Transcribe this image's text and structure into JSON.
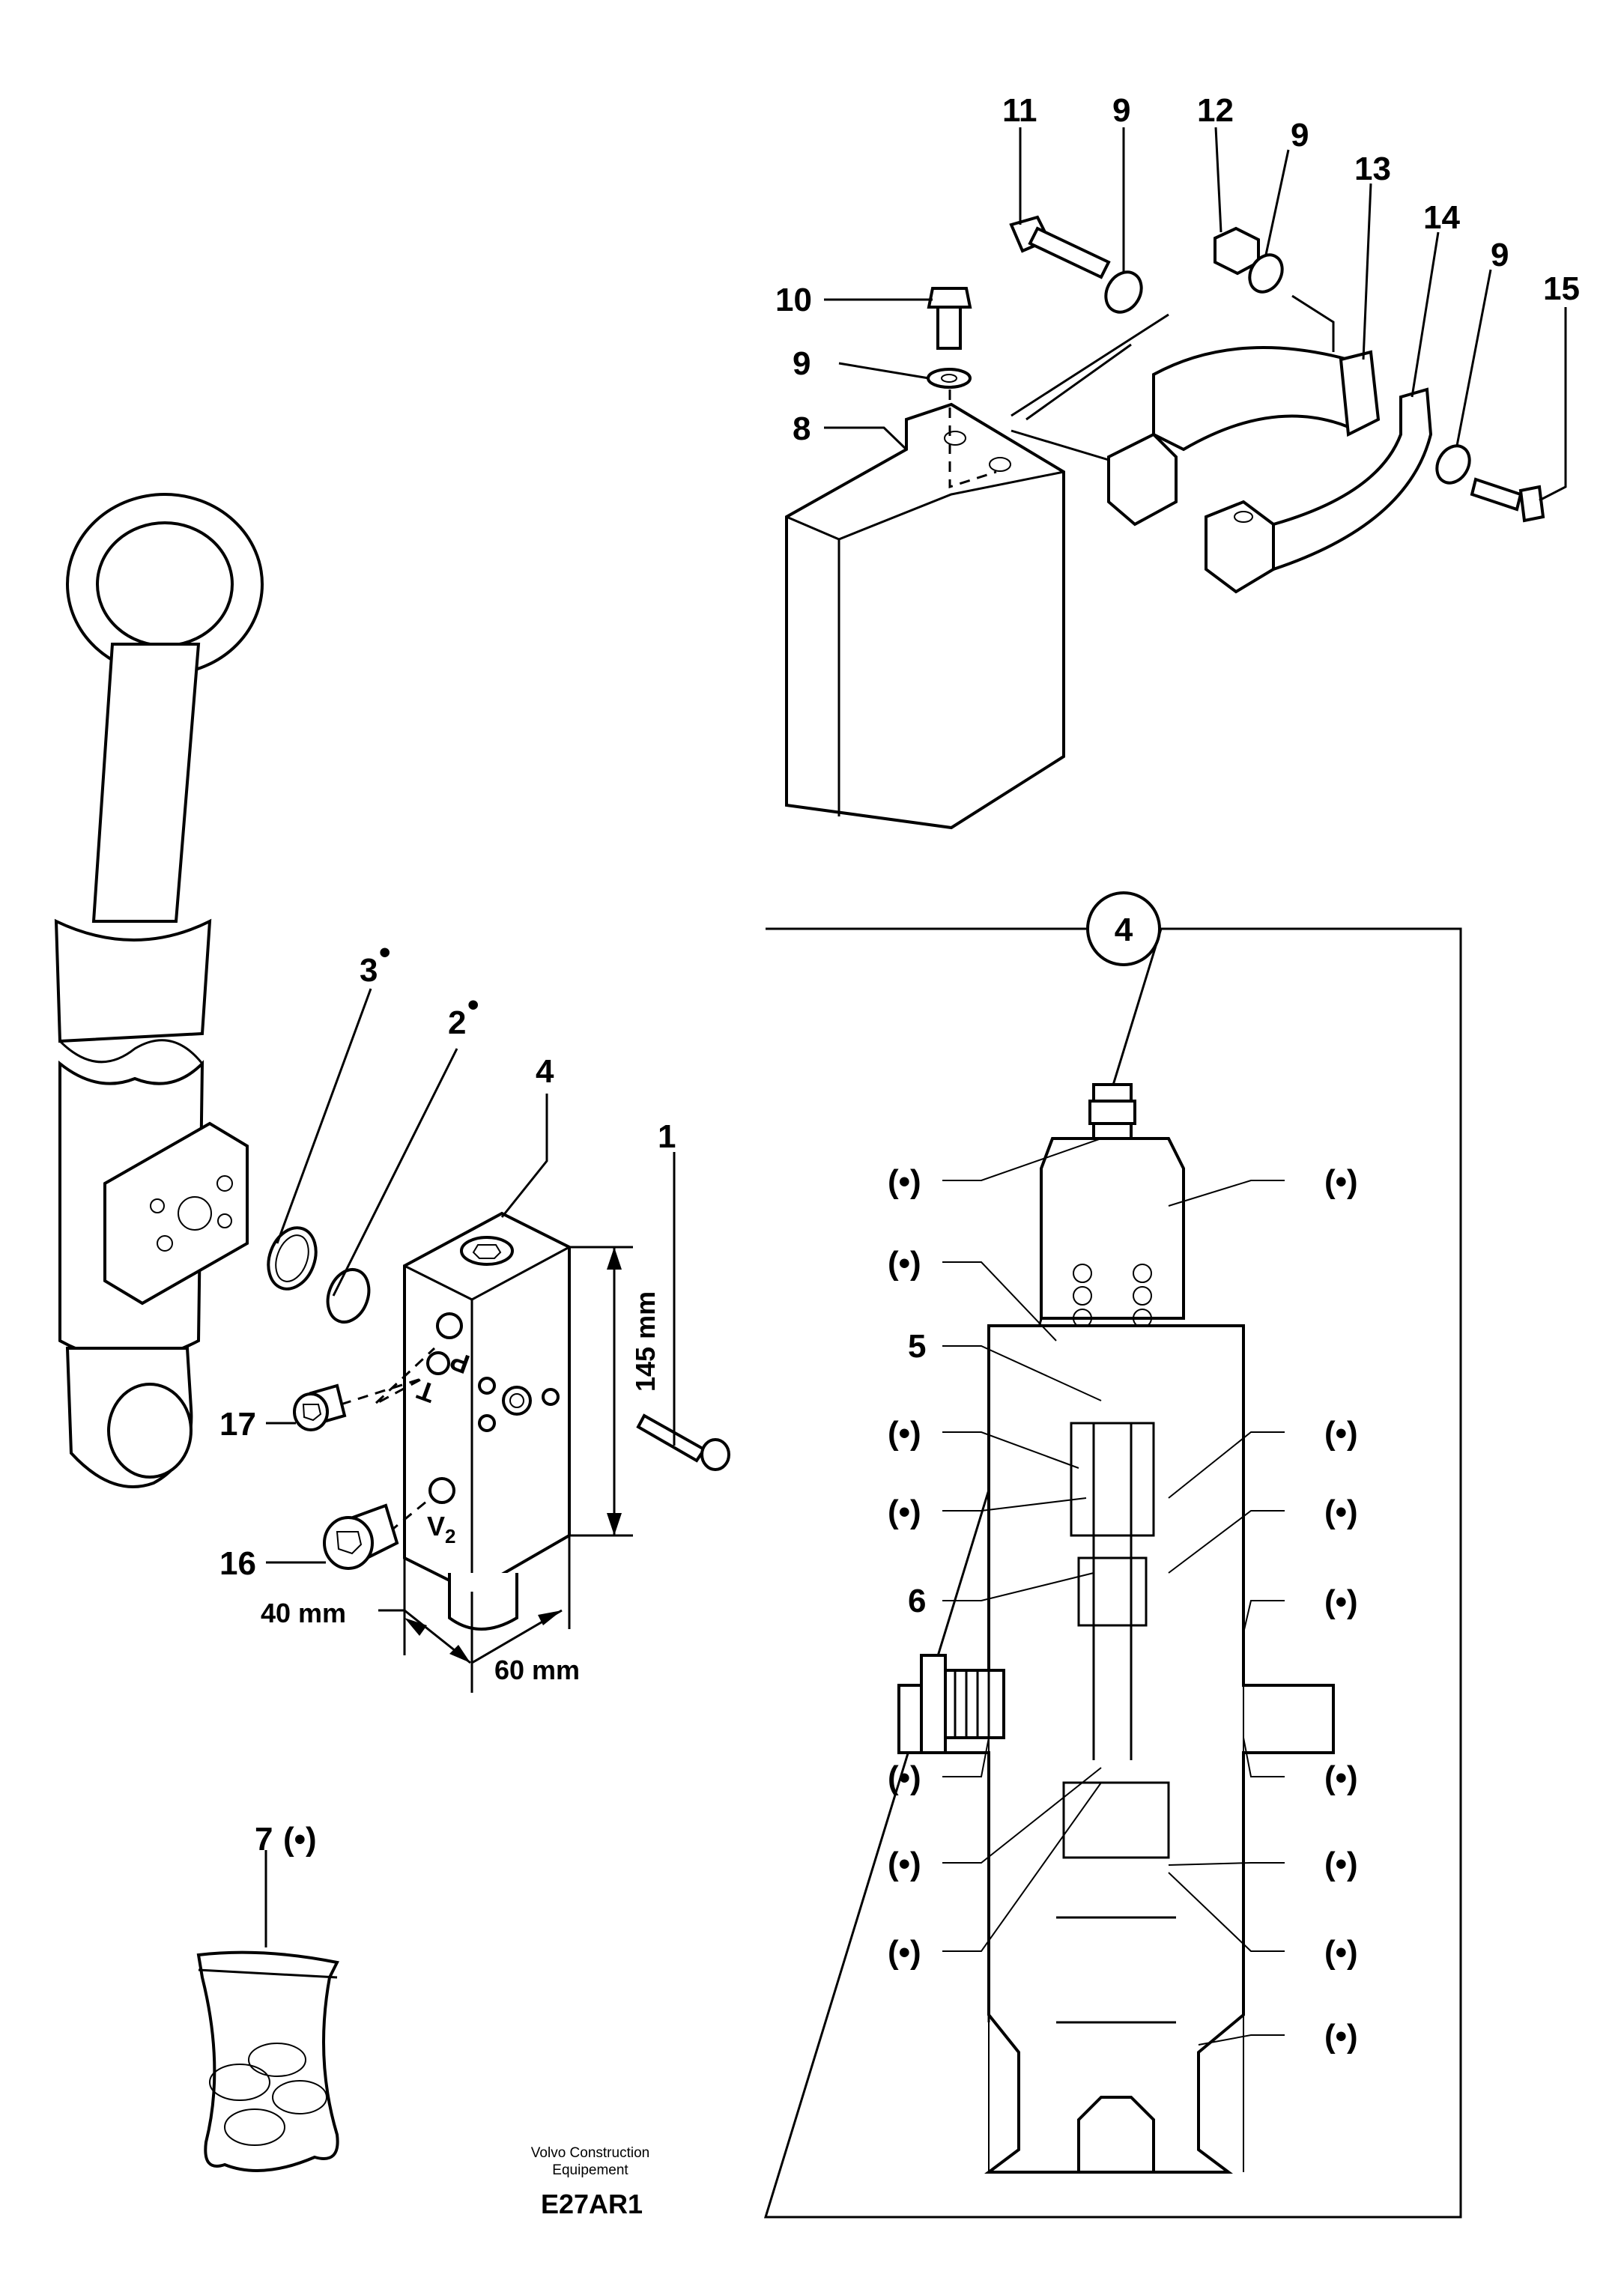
{
  "callouts": {
    "c1": "1",
    "c2": "2",
    "c3": "3",
    "c4": "4",
    "c5": "5",
    "c6": "6",
    "c7": "7",
    "c8": "8",
    "c9": "9",
    "c10": "10",
    "c11": "11",
    "c12": "12",
    "c13": "13",
    "c14": "14",
    "c15": "15",
    "c16": "16",
    "c17": "17"
  },
  "marks": {
    "bullet": "•",
    "paren_bullet": "(•)"
  },
  "dimensions": {
    "height": "145 mm",
    "width_a": "40 mm",
    "width_b": "60 mm"
  },
  "ports": {
    "p": "P",
    "t": "T",
    "v2": "V2"
  },
  "detail": {
    "circle_label": "4"
  },
  "credit": {
    "line1": "Volvo Construction",
    "line2": "Equipement",
    "code": "E27AR1"
  }
}
